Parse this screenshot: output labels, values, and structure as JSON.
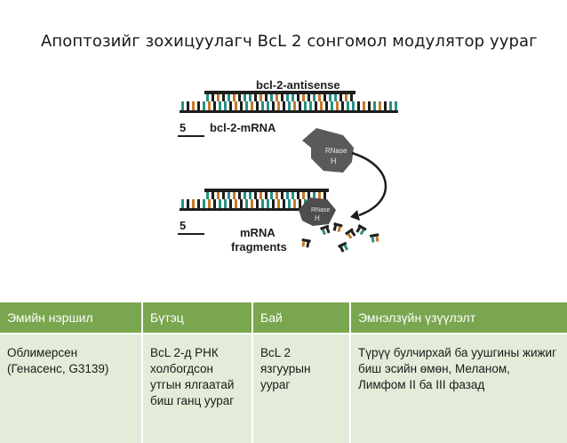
{
  "slide": {
    "title": "Апоптозийг зохицуулагч BcL 2 сонгомол модулятор уураг"
  },
  "diagram": {
    "label_antisense": "bcl-2-antisense",
    "label_mrna": "bcl-2-mRNA",
    "label_five_top": "5",
    "label_five_bottom": "5",
    "label_rnase_top": "RNase H",
    "label_rnase_bottom": "RNase H",
    "label_fragments_line1": "mRNA",
    "label_fragments_line2": "fragments",
    "colors": {
      "teal": "#2a8f86",
      "orange": "#c57a2a",
      "dark": "#1e1e1e",
      "enzyme": "#5a5a5a"
    }
  },
  "table": {
    "headers": [
      "Эмийн нэршил",
      "Бүтэц",
      "Бай",
      "Эмнэлзүйн үзүүлэлт"
    ],
    "rows": [
      [
        "Облимерсен (Генасенс, G3139)",
        "BcL 2-д РНК холбогдсон утгын ялгаатай биш ганц уураг",
        "BcL 2 язгуурын уураг",
        "Түрүү булчирхай ба уушгины жижиг биш эсийн өмөн, Меланом, Лимфом II ба III фазад"
      ]
    ],
    "colors": {
      "header_bg": "#7aa64f",
      "row_bg": "#e3ecd9"
    }
  }
}
